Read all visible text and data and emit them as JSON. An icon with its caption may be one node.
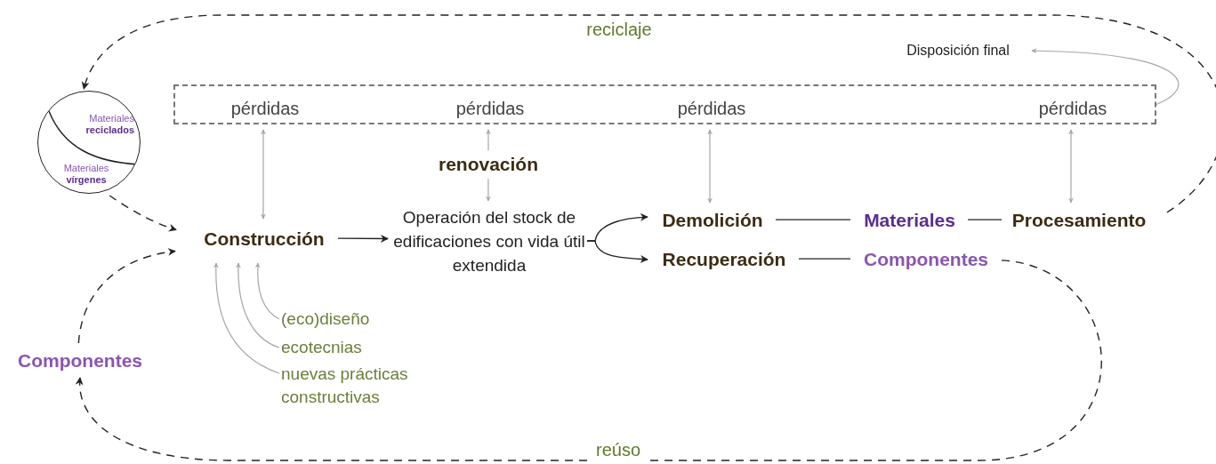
{
  "diagram": {
    "nodes": [
      {
        "text": [],
        "shape": "box"
      },
      {
        "text": [
          "pérdidas"
        ],
        "in": 0
      },
      {
        "text": [
          "pérdidas"
        ],
        "in": 0
      },
      {
        "text": [
          "pérdidas"
        ],
        "in": 0
      },
      {
        "text": [
          "pérdidas"
        ],
        "in": 0
      },
      {
        "text": [
          "Materiales **reciclados**",
          "Materiales **vírgenes**"
        ]
      },
      {
        "text": [
          "Construcción"
        ]
      },
      {
        "text": [
          "Operación del stock de edificaciones con vida útil extendida"
        ]
      },
      {
        "text": [
          "Demolición"
        ]
      },
      {
        "text": [
          "Recuperación"
        ]
      },
      {
        "text": [
          "Materiales"
        ]
      },
      {
        "text": [
          "Componentes"
        ]
      },
      {
        "text": [
          "Procesamiento"
        ]
      },
      {
        "text": [
          "Disposición final"
        ]
      },
      {
        "text": [
          "Componentes"
        ]
      },
      {
        "text": [
          "(eco)diseño"
        ]
      },
      {
        "text": [
          "ecotecnias"
        ]
      },
      {
        "text": [
          "nuevas prácticas constructivas"
        ]
      }
    ],
    "edges": [
      {
        "from": 1,
        "to": 6,
        "arrow": "both",
        "color": "#a6a6a6"
      },
      {
        "from": 2,
        "to": 7,
        "arrow": "both",
        "label": "renovación",
        "color": "#a6a6a6"
      },
      {
        "from": 3,
        "to": 8,
        "arrow": "both",
        "color": "#a6a6a6"
      },
      {
        "from": 4,
        "to": 12,
        "arrow": "both",
        "color": "#a6a6a6"
      },
      {
        "from": 0,
        "to": 13,
        "arrow": "to",
        "color": "#a6a6a6"
      },
      {
        "from": 12,
        "to": 5,
        "arrow": "to",
        "label": "reciclaje",
        "style": "dashed"
      },
      {
        "from": 5,
        "to": 6,
        "arrow": "to",
        "style": "dashed"
      },
      {
        "from": 6,
        "to": 7,
        "arrow": "to"
      },
      {
        "from": 7,
        "to": 8,
        "arrow": "to"
      },
      {
        "from": 7,
        "to": 9,
        "arrow": "to"
      },
      {
        "from": 8,
        "to": 10,
        "arrow": "none"
      },
      {
        "from": 10,
        "to": 12,
        "arrow": "none"
      },
      {
        "from": 9,
        "to": 11,
        "arrow": "none"
      },
      {
        "from": 11,
        "to": 14,
        "arrow": "to",
        "label": "reúso",
        "style": "dashed"
      },
      {
        "from": 14,
        "to": 6,
        "arrow": "to",
        "style": "dashed"
      },
      {
        "from": 15,
        "to": 6,
        "arrow": "to",
        "color": "#a6a6a6"
      },
      {
        "from": 16,
        "to": 6,
        "arrow": "to",
        "color": "#a6a6a6"
      },
      {
        "from": 17,
        "to": 6,
        "arrow": "to",
        "color": "#a6a6a6"
      }
    ]
  }
}
